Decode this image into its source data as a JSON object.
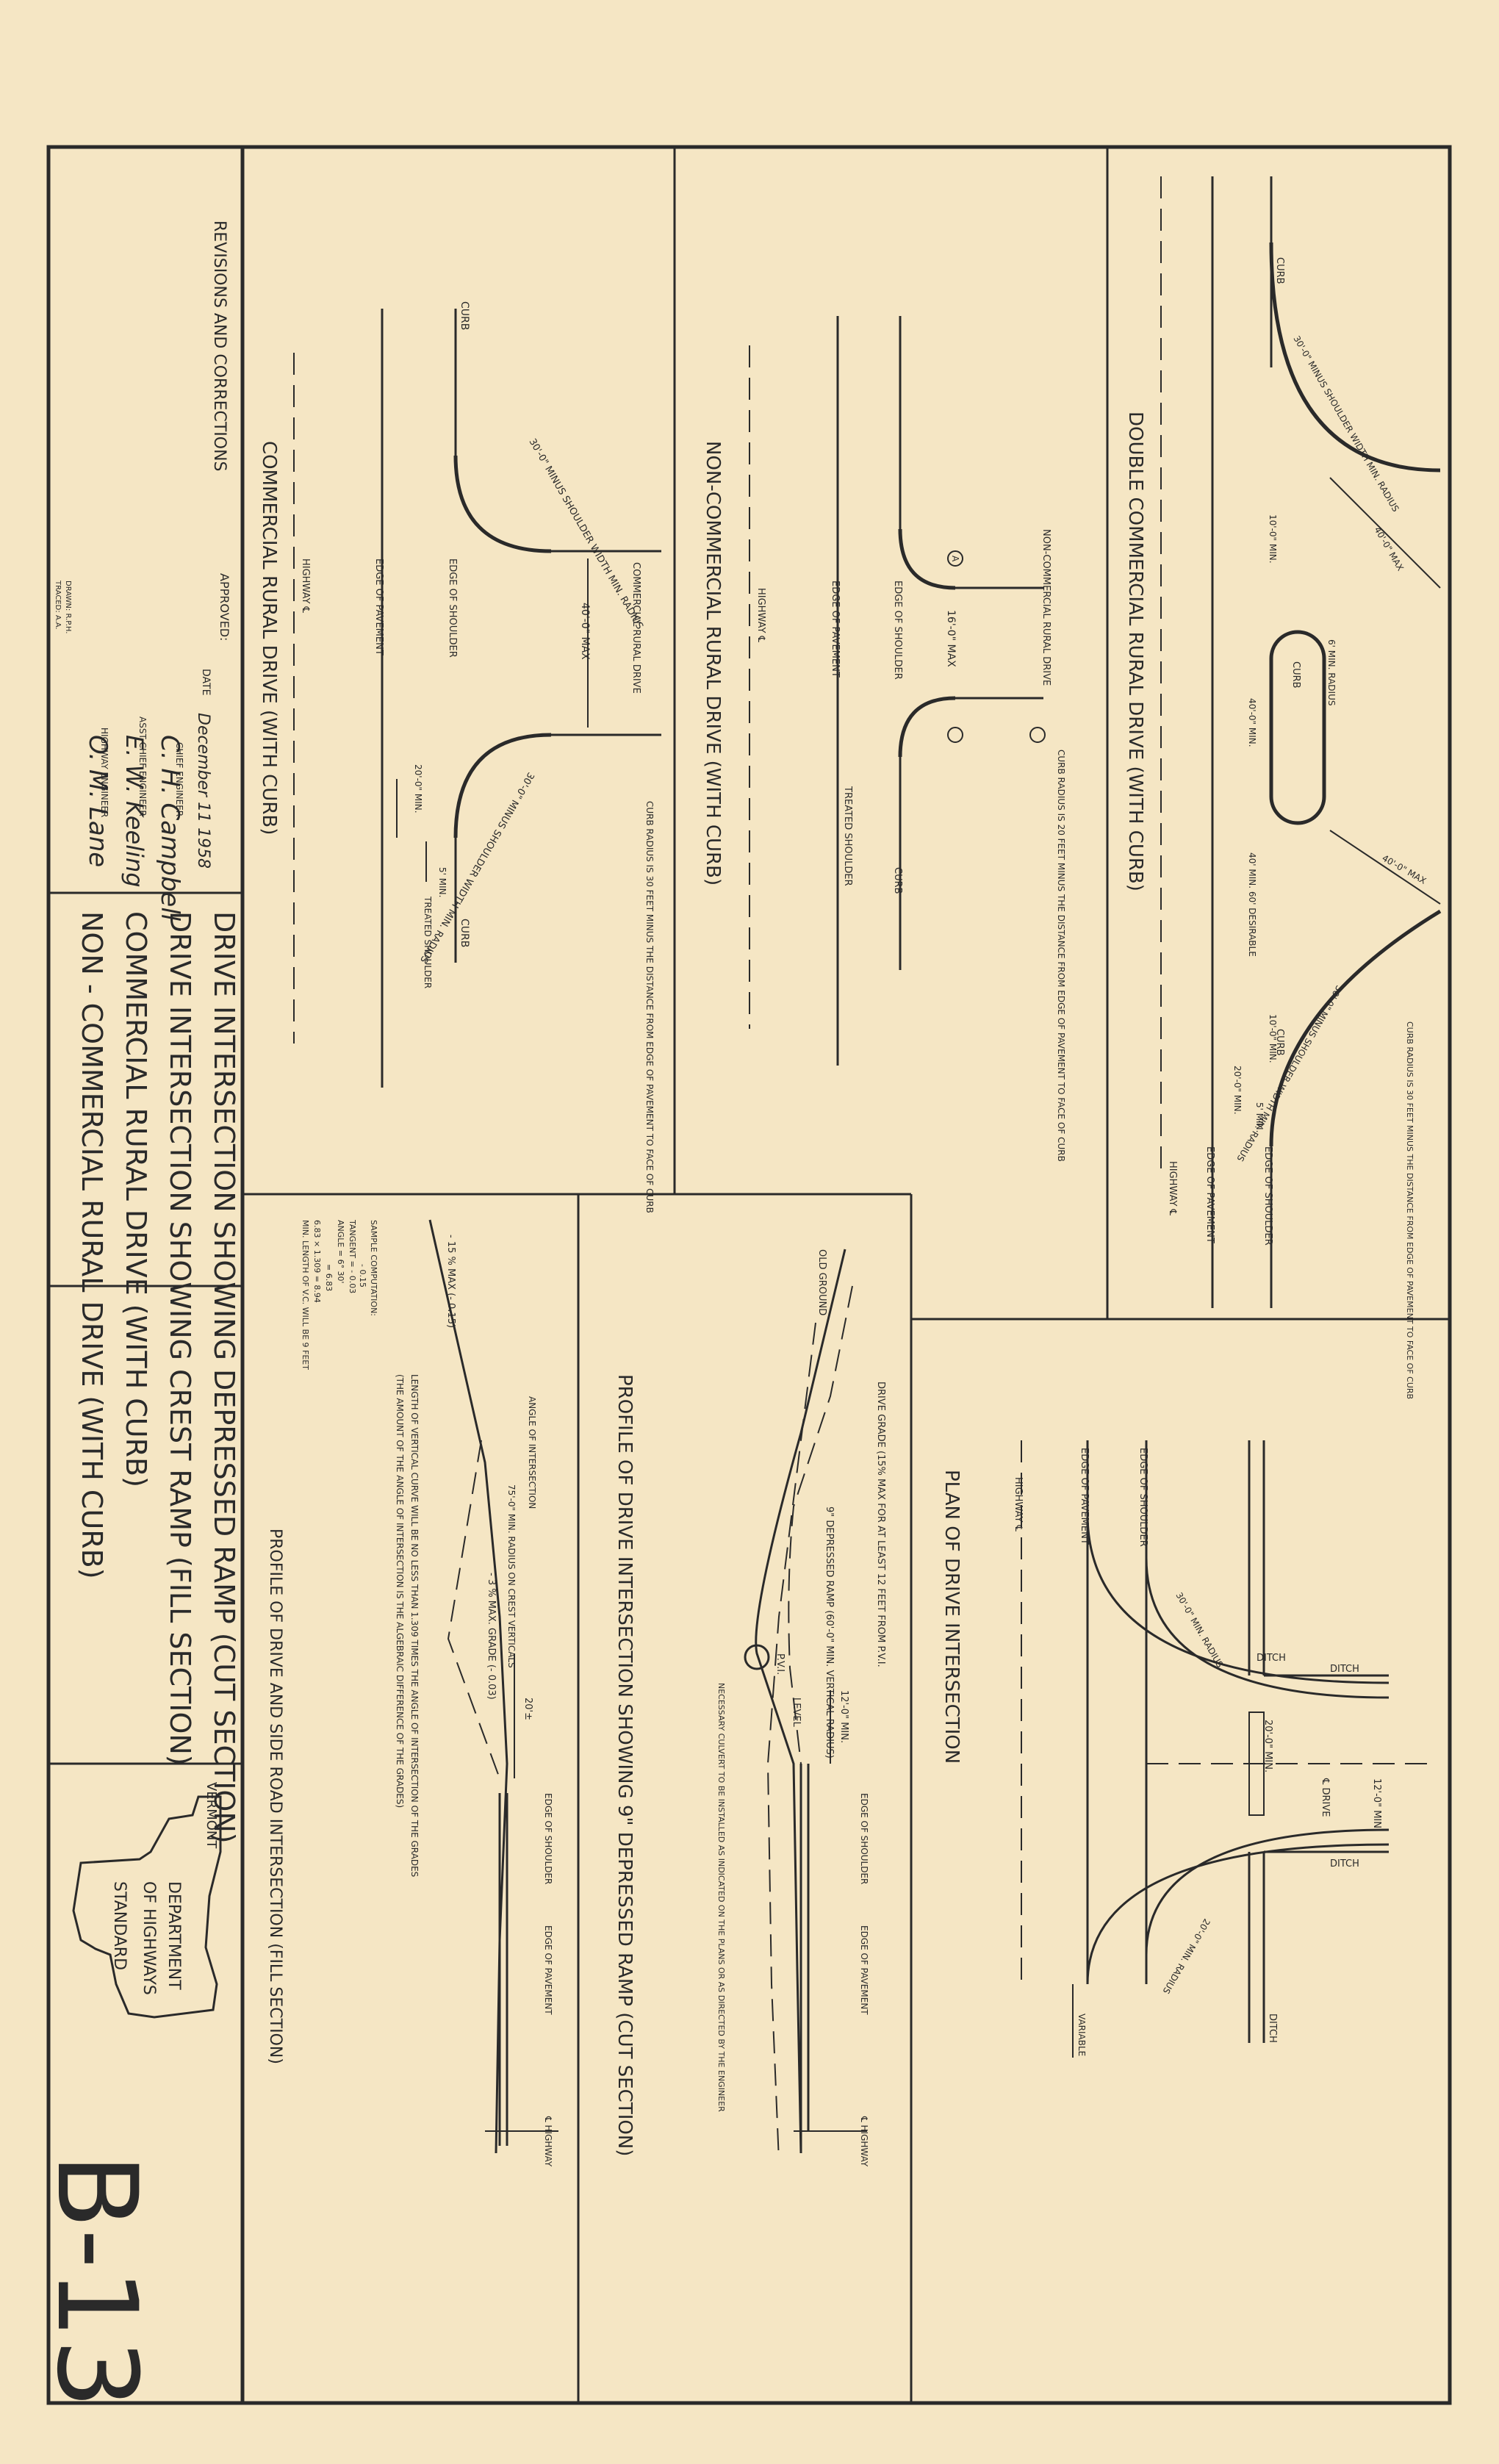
{
  "title_block": {
    "revisions_label": "REVISIONS AND CORRECTIONS",
    "approved_label": "APPROVED:",
    "date_label": "DATE",
    "date_value": "December 11 1958",
    "chief_engineer_sig": "C. H. Campbell",
    "chief_engineer_label": "CHIEF ENGINEER",
    "asst_chief_sig": "E. W. Keeling",
    "asst_chief_label": "ASST CHIEF ENGINEER",
    "highway_engineer_sig": "O. M. Lane",
    "highway_engineer_label": "HIGHWAY ENGINEER",
    "drawn_by": "DRAWN: R.P.H.",
    "traced_by": "TRACED: A.A.",
    "sheet_titles": [
      "DRIVE INTERSECTION SHOWING DEPRESSED RAMP (CUT SECTION)",
      "DRIVE INTERSECTION SHOWING CREST RAMP (FILL SECTION)",
      "COMMERCIAL RURAL DRIVE (WITH CURB)",
      "NON - COMMERCIAL RURAL DRIVE (WITH CURB)"
    ],
    "state_label": "VERMONT",
    "department_line1": "DEPARTMENT",
    "department_line2": "OF HIGHWAYS",
    "standard_label": "STANDARD",
    "sheet_number": "B-13"
  },
  "commercial_panel": {
    "title": "COMMERCIAL RURAL DRIVE (WITH CURB)",
    "curb_left": "CURB",
    "curb_right": "CURB",
    "radius_left": "30'-0\" MINUS SHOULDER WIDTH MIN. RADIUS",
    "radius_right": "30'-0\" MINUS SHOULDER WIDTH MIN. RADIUS",
    "drive_label": "COMMERCIAL RURAL DRIVE",
    "max_width": "40'-0\" MAX",
    "edge_shoulder": "EDGE OF SHOULDER",
    "edge_pavement": "EDGE OF PAVEMENT",
    "highway": "HIGHWAY ℄",
    "min_20": "20'-0\" MIN.",
    "min_5": "5' MIN.",
    "treated_shoulder": "TREATED SHOULDER",
    "note": "CURB RADIUS IS 30 FEET MINUS THE DISTANCE FROM EDGE OF PAVEMENT TO FACE OF CURB"
  },
  "noncommercial_panel": {
    "title": "NON-COMMERCIAL RURAL DRIVE (WITH CURB)",
    "drive_label": "NON-COMMERCIAL RURAL DRIVE",
    "max_width": "16'-0\" MAX",
    "edge_shoulder": "EDGE OF SHOULDER",
    "edge_pavement": "EDGE OF PAVEMENT",
    "highway": "HIGHWAY ℄",
    "treated_shoulder": "TREATED SHOULDER",
    "curb": "CURB",
    "marker": "A",
    "note": "CURB RADIUS IS 20 FEET MINUS THE DISTANCE FROM EDGE OF PAVEMENT TO FACE OF CURB"
  },
  "double_panel": {
    "title": "DOUBLE COMMERCIAL RURAL DRIVE (WITH CURB)",
    "curb_top": "CURB",
    "curb_mid": "CURB",
    "curb_bottom": "CURB",
    "radius_top": "30'-0\" MINUS SHOULDER WIDTH MIN. RADIUS",
    "radius_bottom": "30'-0\" MINUS SHOULDER WIDTH MIN. RADIUS",
    "island_radius": "6' MIN. RADIUS",
    "min_10_a": "10'-0\" MIN.",
    "min_10_b": "10'-0\" MIN.",
    "max_40_a": "40'-0\" MAX",
    "max_40_b": "40'-0\" MAX",
    "min_40": "40'-0\" MIN.",
    "desirable": "40' MIN. 60' DESIRABLE",
    "min_20": "20'-0\" MIN.",
    "min_5": "5' MIN.",
    "edge_shoulder": "EDGE OF SHOULDER",
    "edge_pavement": "EDGE OF PAVEMENT",
    "highway": "HIGHWAY ℄",
    "note": "CURB RADIUS IS 30 FEET MINUS THE DISTANCE FROM EDGE OF PAVEMENT TO FACE OF CURB"
  },
  "plan_panel": {
    "title": "PLAN OF DRIVE INTERSECTION",
    "ditch": "DITCH",
    "drive": "℄ DRIVE",
    "width_12": "12'-0\" MIN.",
    "width_20": "20'-0\" MIN.",
    "radius_30": "30'-0\" MIN. RADIUS",
    "radius_20": "20'-0\" MIN. RADIUS",
    "edge_shoulder": "EDGE OF SHOULDER",
    "edge_pavement": "EDGE OF PAVEMENT",
    "highway": "HIGHWAY ℄",
    "variable": "VARIABLE"
  },
  "depressed_panel": {
    "title": "PROFILE OF DRIVE INTERSECTION SHOWING 9\" DEPRESSED RAMP (CUT SECTION)",
    "old_ground": "OLD GROUND",
    "drive_grade": "DRIVE GRADE (15% MAX FOR AT LEAST 12 FEET FROM P.V.I.",
    "depressed_ramp": "9\" DEPRESSED RAMP (60'-0\" MIN. VERTICAL RADIUS)",
    "pvi": "P.V.I.",
    "level": "LEVEL",
    "min_12": "12'-0\" MIN.",
    "culvert": "NECESSARY CULVERT TO BE INSTALLED AS INDICATED ON THE PLANS OR AS DIRECTED BY THE ENGINEER",
    "edge_shoulder": "EDGE OF SHOULDER",
    "edge_pavement": "EDGE OF PAVEMENT",
    "highway": "℄ HIGHWAY"
  },
  "crest_panel": {
    "title": "PROFILE OF DRIVE AND SIDE ROAD INTERSECTION (FILL SECTION)",
    "grade_left": "- 15 % MAX (- 0.15)",
    "angle": "ANGLE OF INTERSECTION",
    "radius_75": "75'-0\" MIN. RADIUS ON CREST VERTICALS",
    "grade_right": "- 3 % MAX. GRADE (- 0.03)",
    "dist_20": "20'±",
    "edge_shoulder": "EDGE OF SHOULDER",
    "edge_pavement": "EDGE OF PAVEMENT",
    "highway": "℄ HIGHWAY",
    "note1": "LENGTH OF VERTICAL CURVE WILL BE NO LESS THAN 1.309 TIMES THE ANGLE OF INTERSECTION OF THE GRADES",
    "note2": "(THE AMOUNT OF THE ANGLE OF INTERSECTION IS THE ALGEBRAIC DIFFERENCE OF THE GRADES)",
    "sample_title": "SAMPLE COMPUTATION:",
    "sample_1": "- 0.15",
    "sample_2": "TANGENT = - 0.03",
    "sample_3": "ANGLE = 6° 30'",
    "sample_4": "= 6.83",
    "sample_5": "6.83 × 1.309 = 8.94",
    "sample_6": "MIN. LENGTH OF V.C. WILL BE 9 FEET"
  }
}
